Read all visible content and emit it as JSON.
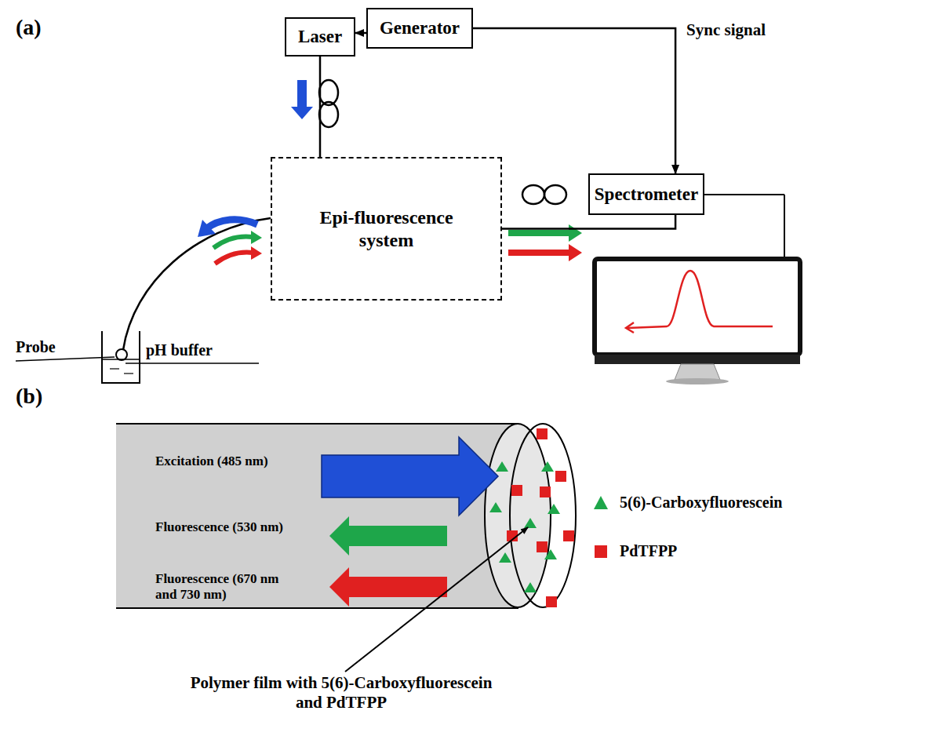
{
  "diagram": {
    "nodes": [
      {
        "text": [
          "Laser"
        ]
      },
      {
        "text": [
          "Generator"
        ]
      },
      {
        "text": [
          "Epi-fluorescence system"
        ]
      },
      {
        "text": [
          "Spectrometer"
        ]
      }
    ],
    "edges": [
      {
        "from": 1,
        "to": 0,
        "arrow": "to"
      },
      {
        "from": 1,
        "to": 3,
        "arrow": "to",
        "label": "Sync signal"
      },
      {
        "from": 0,
        "to": 2,
        "arrow": "none"
      },
      {
        "from": 2,
        "to": 3,
        "arrow": "none"
      }
    ],
    "labels": [
      "(a)",
      "Probe",
      "pH buffer",
      "(b)",
      "Excitation (485 nm)",
      "Fluorescence (530 nm)",
      "Fluorescence (670 nm and 730 nm)",
      "Polymer film with 5(6)-Carboxyfluorescein and PdTFPP"
    ],
    "legend": [
      {
        "text": "5(6)-Carboxyfluorescein"
      },
      {
        "text": "PdTFPP"
      }
    ]
  }
}
